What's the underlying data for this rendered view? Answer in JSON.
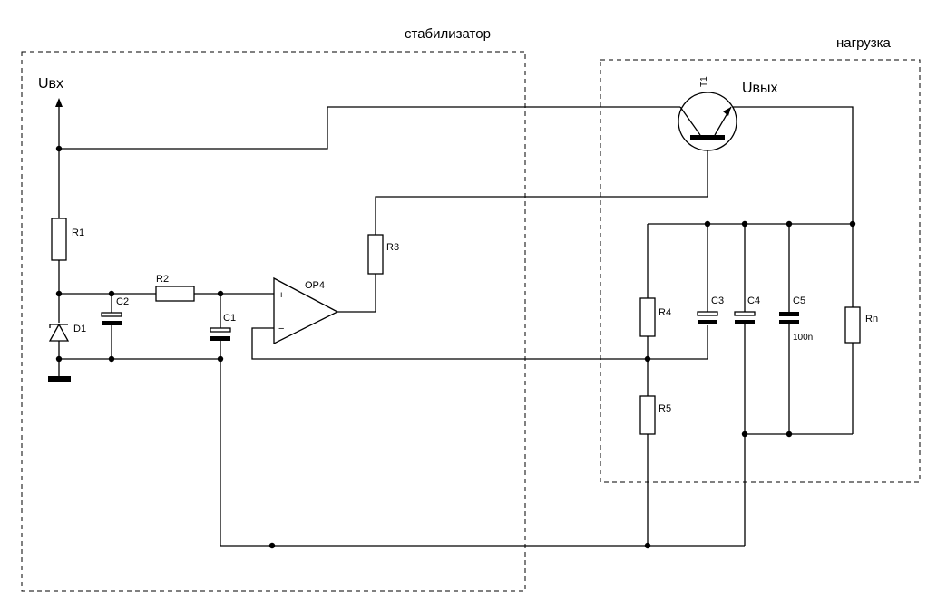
{
  "blocks": {
    "stabilizer": "стабилизатор",
    "load": "нагрузка"
  },
  "nodes": {
    "input": "Uвх",
    "output": "Uвых"
  },
  "components": {
    "r1": "R1",
    "r2": "R2",
    "r3": "R3",
    "r4": "R4",
    "r5": "R5",
    "rn": "Rn",
    "c1": "C1",
    "c2": "C2",
    "c3": "C3",
    "c4": "C4",
    "c5": "C5",
    "c5_value": "100n",
    "d1": "D1",
    "op4": "OP4",
    "t1": "T1"
  },
  "opamp": {
    "plus": "+",
    "minus": "−"
  }
}
